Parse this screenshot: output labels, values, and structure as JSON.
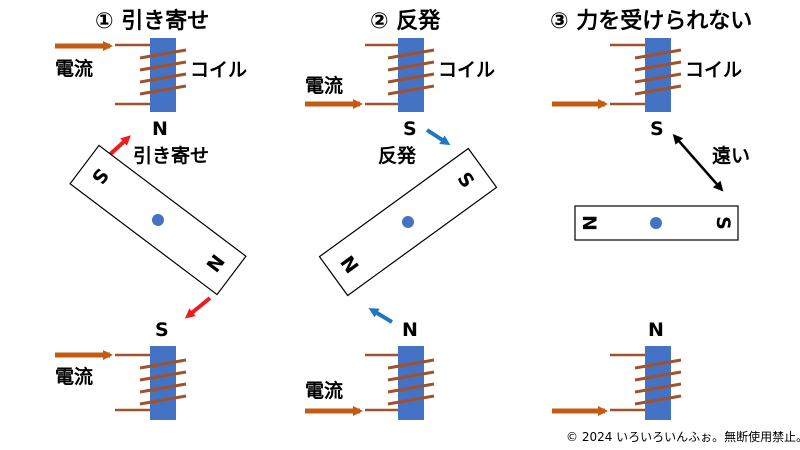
{
  "panels": [
    {
      "title": "① 引き寄せ",
      "top_coil": {
        "label": "コイル",
        "current": "電流",
        "pole": "N"
      },
      "bottom_coil": {
        "label": "",
        "current": "電流",
        "pole": "S"
      },
      "magnet": {
        "left_pole": "S",
        "right_pole": "N"
      },
      "action_label": "引き寄せ",
      "arrow_color": "#ee1c1c"
    },
    {
      "title": "② 反発",
      "top_coil": {
        "label": "コイル",
        "current": "電流",
        "pole": "S"
      },
      "bottom_coil": {
        "label": "",
        "current": "電流",
        "pole": "N"
      },
      "magnet": {
        "left_pole": "N",
        "right_pole": "S"
      },
      "action_label": "反発",
      "arrow_color": "#1f77c4"
    },
    {
      "title": "③ 力を受けられない",
      "top_coil": {
        "label": "コイル",
        "current": "",
        "pole": "S"
      },
      "bottom_coil": {
        "label": "",
        "current": "",
        "pole": "N"
      },
      "magnet": {
        "left_pole": "N",
        "right_pole": "S"
      },
      "distance_label": "遠い"
    }
  ],
  "copyright": "© 2024 いろいろいんふぉ。無断使用禁止。",
  "colors": {
    "coil_core": "#4472c4",
    "wire": "#a0522d",
    "current_arrow": "#c55a11",
    "attract_arrow": "#ee1c1c",
    "repel_arrow": "#1f77c4",
    "magnet_dot": "#4472c4"
  }
}
